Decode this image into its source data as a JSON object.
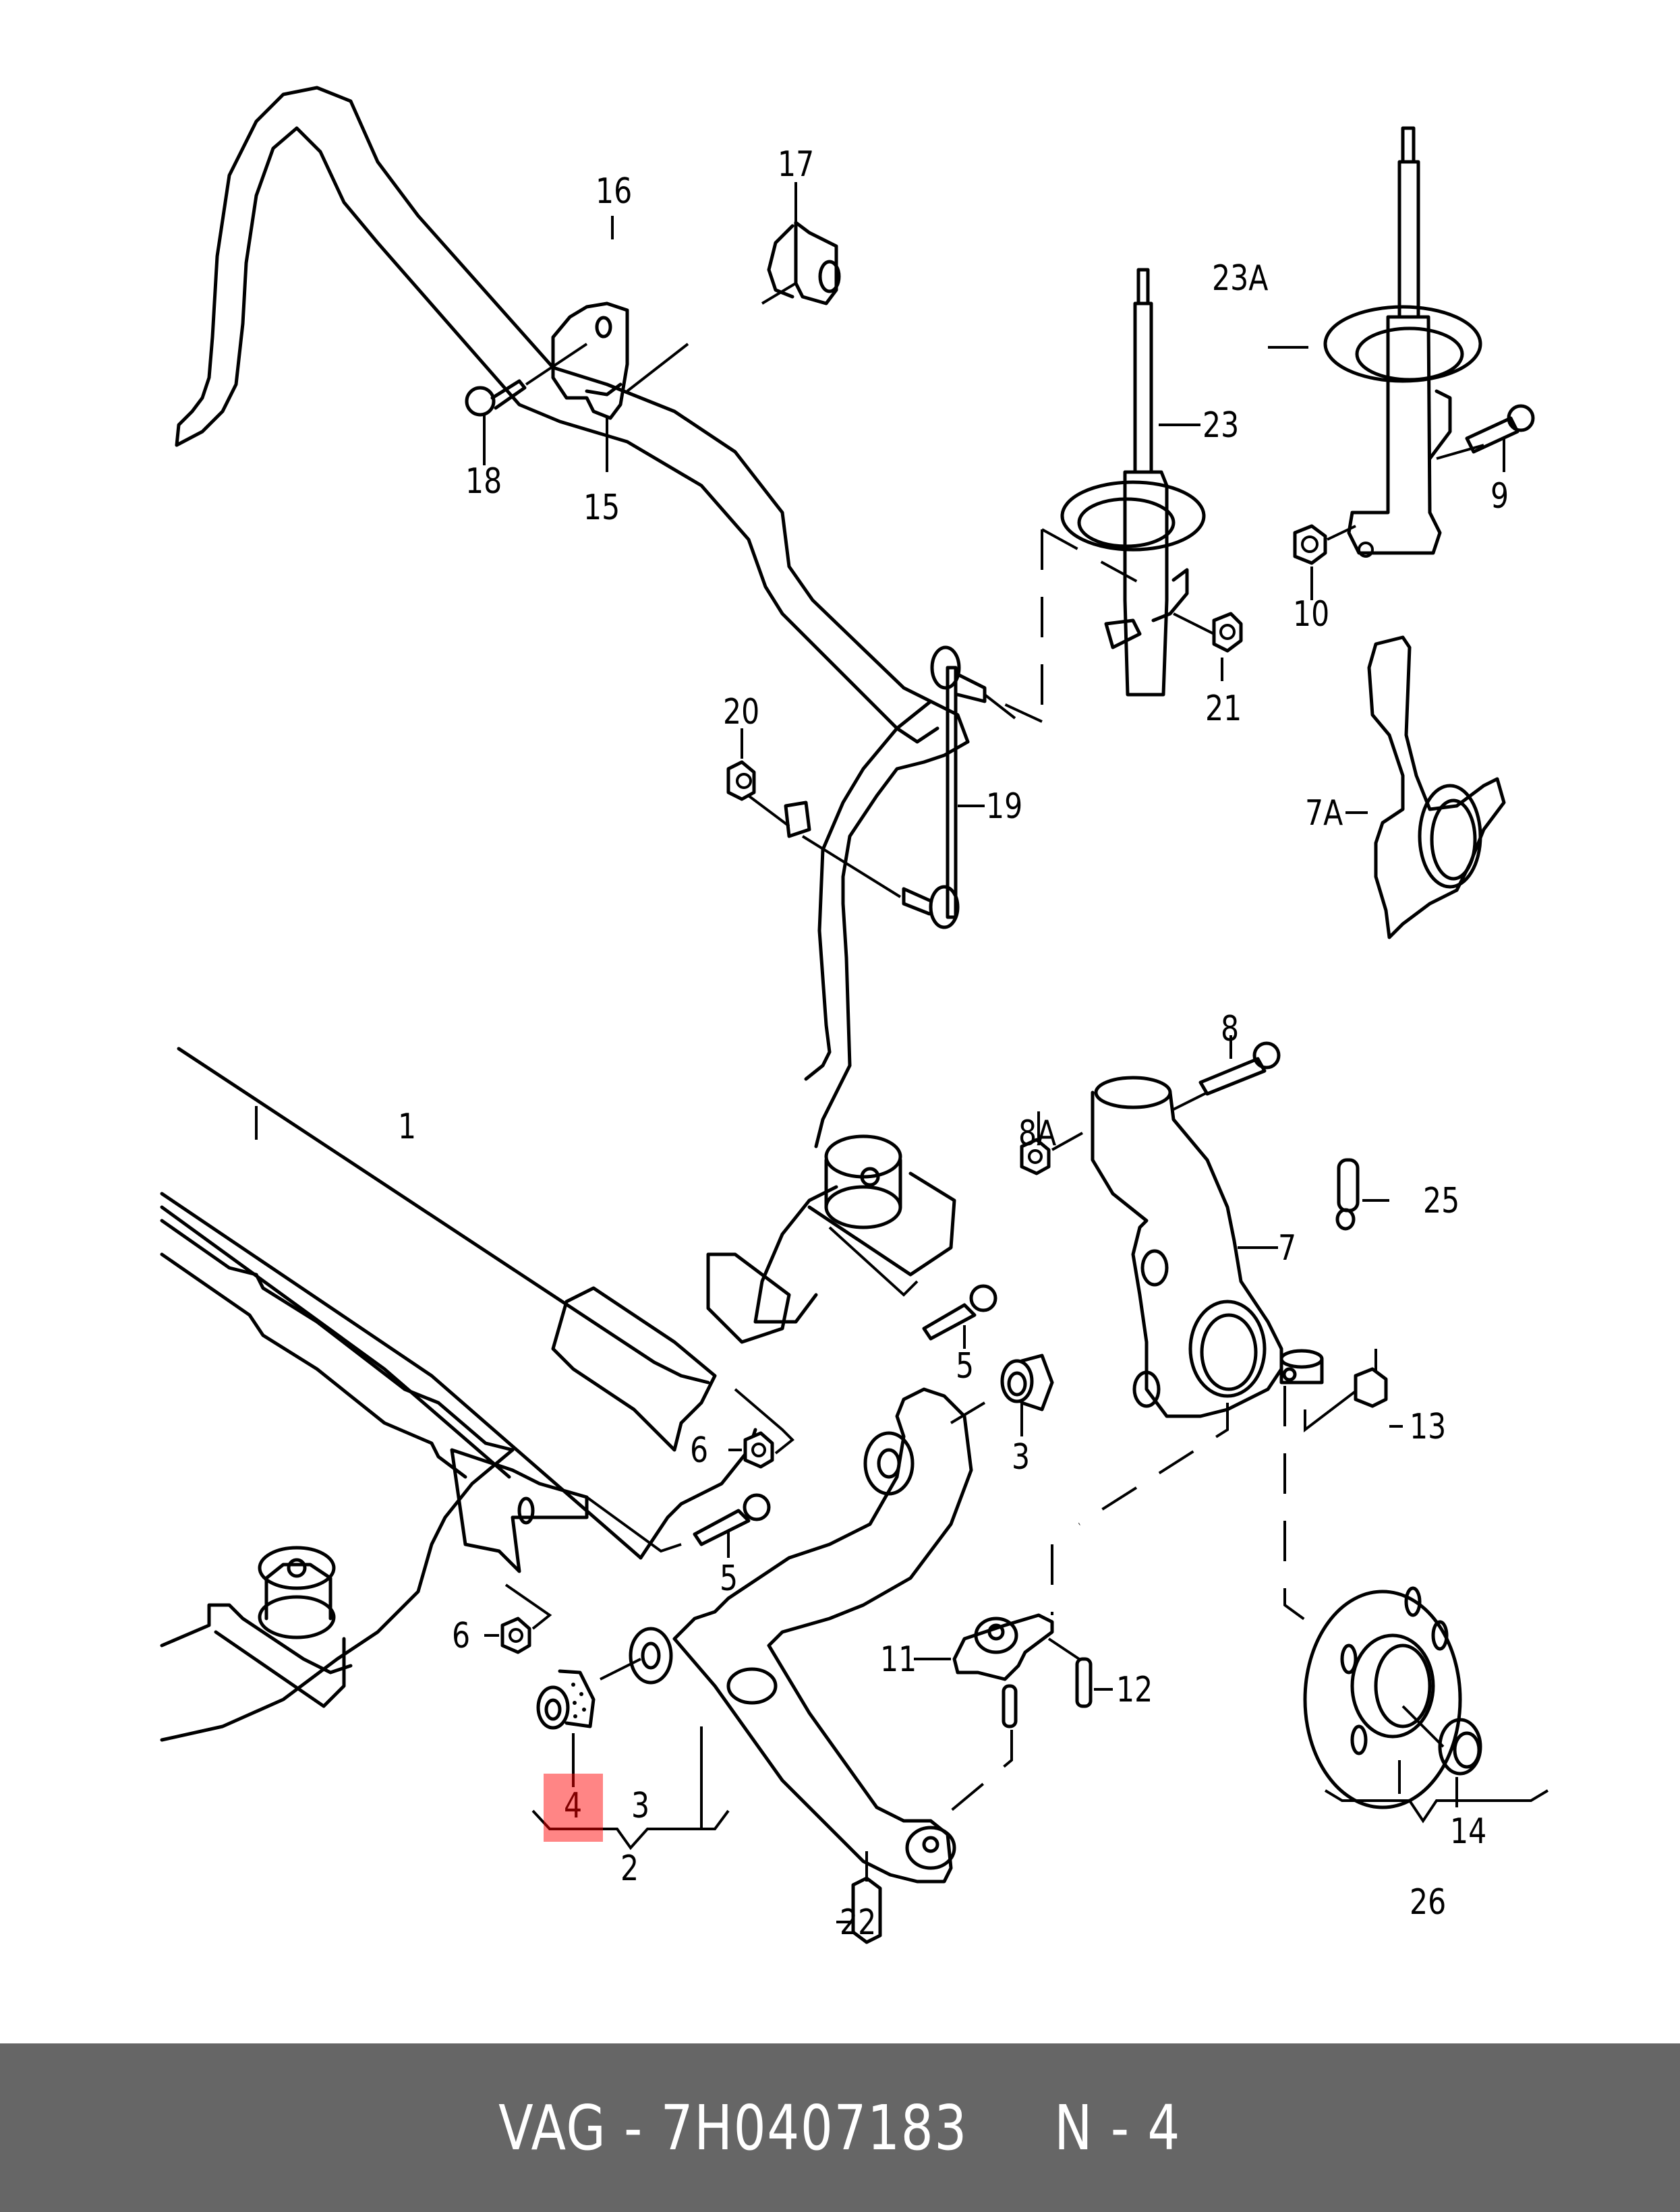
{
  "diagram": {
    "title": "Front axle suspension parts diagram",
    "highlight_color": "#ff0000",
    "highlighted_part": "4",
    "callouts": [
      {
        "id": "1",
        "part": "subframe"
      },
      {
        "id": "2",
        "part": "control-arm-assembly"
      },
      {
        "id": "3",
        "part": "control-arm-bushing-front"
      },
      {
        "id": "4",
        "part": "control-arm-bushing-rear"
      },
      {
        "id": "5a",
        "label": "5",
        "part": "bolt"
      },
      {
        "id": "5b",
        "label": "5",
        "part": "bolt"
      },
      {
        "id": "6a",
        "label": "6",
        "part": "nut"
      },
      {
        "id": "6b",
        "label": "6",
        "part": "nut"
      },
      {
        "id": "7",
        "part": "steering-knuckle"
      },
      {
        "id": "7A",
        "part": "steering-knuckle-alt"
      },
      {
        "id": "8",
        "part": "clamp-bolt"
      },
      {
        "id": "8A",
        "part": "nut"
      },
      {
        "id": "9",
        "part": "bolt"
      },
      {
        "id": "10",
        "part": "nut"
      },
      {
        "id": "11",
        "part": "ball-joint"
      },
      {
        "id": "12",
        "part": "bolt"
      },
      {
        "id": "13",
        "part": "nut"
      },
      {
        "id": "14",
        "part": "axle-nut"
      },
      {
        "id": "15",
        "part": "stabilizer-clamp"
      },
      {
        "id": "16",
        "part": "stabilizer-bar"
      },
      {
        "id": "17",
        "part": "stabilizer-bushing"
      },
      {
        "id": "18",
        "part": "bolt"
      },
      {
        "id": "19",
        "part": "stabilizer-link"
      },
      {
        "id": "20",
        "part": "nut"
      },
      {
        "id": "21",
        "part": "nut"
      },
      {
        "id": "22",
        "part": "nut"
      },
      {
        "id": "23",
        "part": "shock-absorber"
      },
      {
        "id": "23A",
        "part": "shock-absorber-alt"
      },
      {
        "id": "25",
        "part": "bracket"
      },
      {
        "id": "26",
        "part": "wheel-hub-assembly"
      }
    ],
    "labels": {
      "l1": "1",
      "l2": "2",
      "l3": "3",
      "l4": "4",
      "l5a": "5",
      "l5b": "5",
      "l6a": "6",
      "l6b": "6",
      "l7": "7",
      "l7A": "7A",
      "l8": "8",
      "l8A": "8A",
      "l9": "9",
      "l10": "10",
      "l11": "11",
      "l12": "12",
      "l13": "13",
      "l14": "14",
      "l15": "15",
      "l16": "16",
      "l17": "17",
      "l18": "18",
      "l19": "19",
      "l20": "20",
      "l21": "21",
      "l22": "22",
      "l23": "23",
      "l23A": "23A",
      "l25": "25",
      "l26": "26"
    }
  },
  "footer": {
    "brand": "VAG",
    "part_number": "7H0407183",
    "position_label": "N - 4",
    "text": "VAG - 7H0407183     N - 4",
    "background": "#666666",
    "text_color": "#ffffff"
  }
}
